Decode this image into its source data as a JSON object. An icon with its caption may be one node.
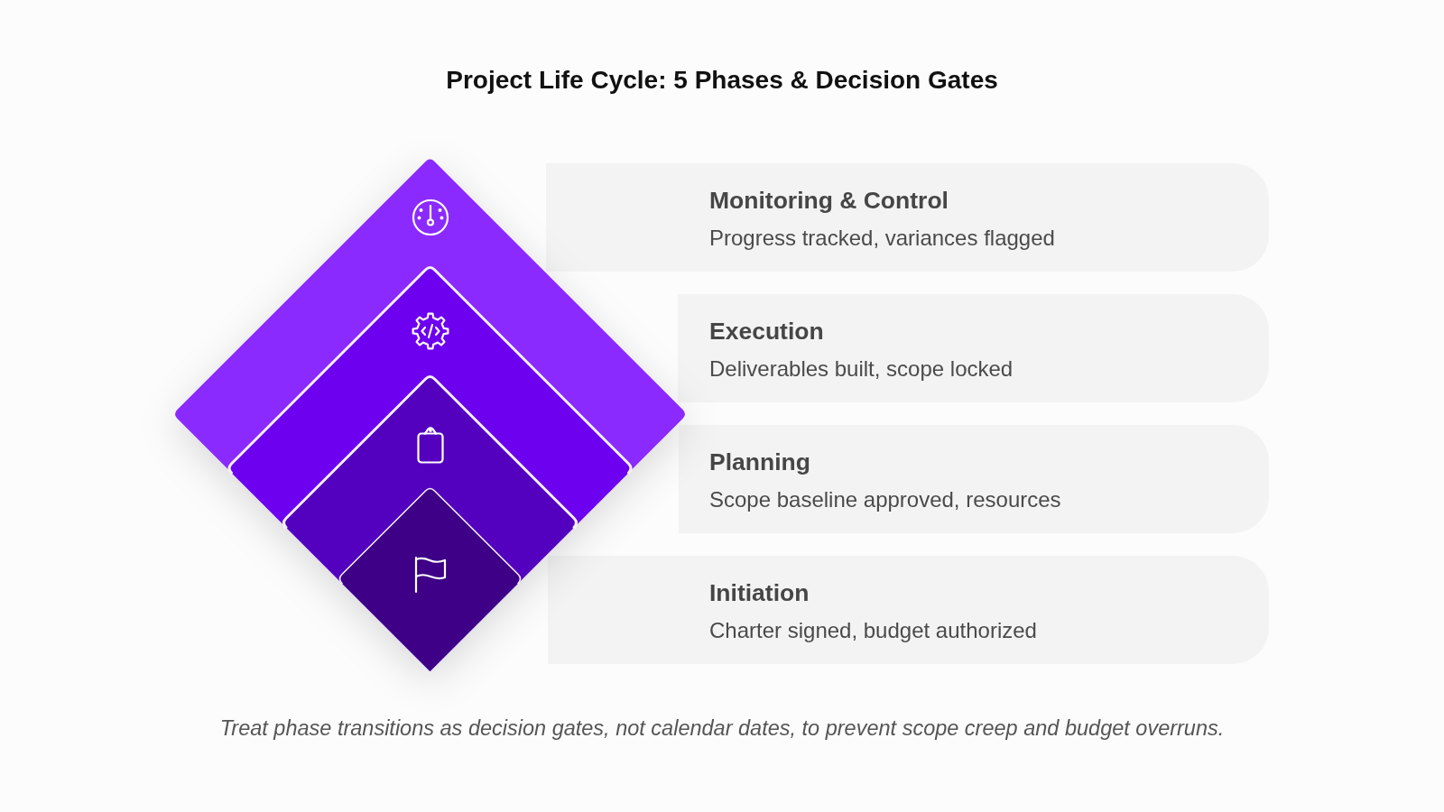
{
  "diagram": {
    "title": "Project Life Cycle: 5 Phases & Decision Gates",
    "nodes": [
      {
        "text": [
          "Monitoring & Control",
          "Progress tracked, variances flagged"
        ]
      },
      {
        "text": [
          "Execution",
          "Deliverables built, scope locked"
        ]
      },
      {
        "text": [
          "Planning",
          "Scope baseline approved, resources"
        ]
      },
      {
        "text": [
          "Initiation",
          "Charter signed, budget authorized"
        ]
      }
    ],
    "caption": "Treat phase transitions as decision gates, not calendar dates, to prevent scope creep and budget overruns."
  }
}
